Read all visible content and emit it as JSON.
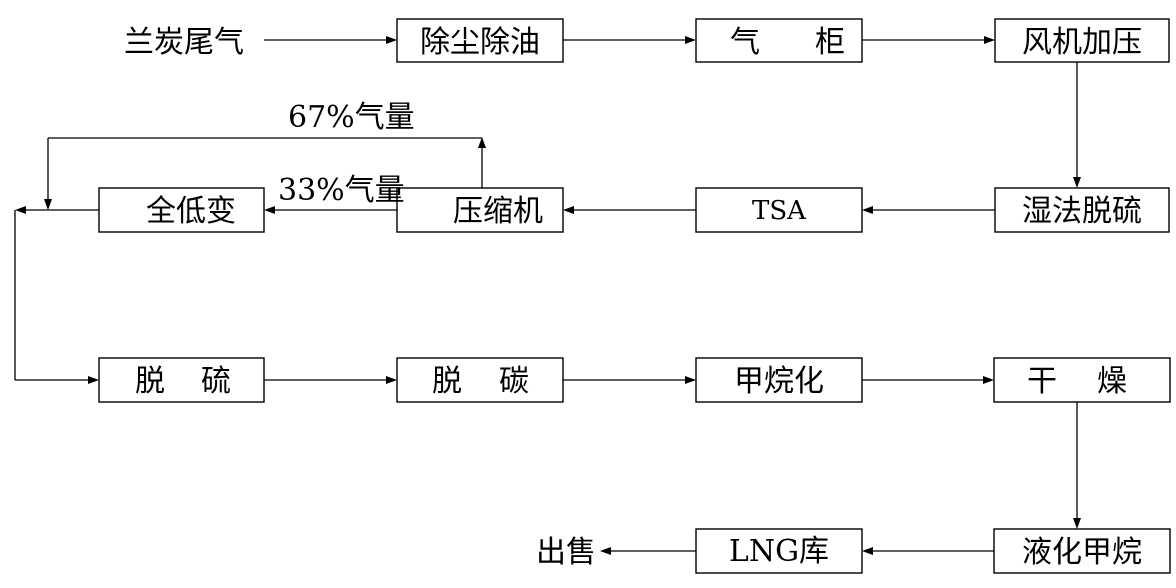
{
  "source": "兰炭尾气",
  "sink": "出售",
  "nodes": {
    "dust_oil": "除尘除油",
    "gasholder_a": "气",
    "gasholder_b": "柜",
    "fan": "风机加压",
    "wet_desulf": "湿法脱硫",
    "tsa": "TSA",
    "compressor": "压缩机",
    "shift": "全低变",
    "desulf_a": "脱",
    "desulf_b": "硫",
    "decarb_a": "脱",
    "decarb_b": "碳",
    "methanation": "甲烷化",
    "dry_a": "干",
    "dry_b": "燥",
    "liquefaction": "液化甲烷",
    "lng_store": "LNG库"
  },
  "flow_labels": {
    "split_67": "67%气量",
    "split_33": "33%气量"
  },
  "colors": {
    "line": "#000000",
    "background": "#ffffff"
  }
}
